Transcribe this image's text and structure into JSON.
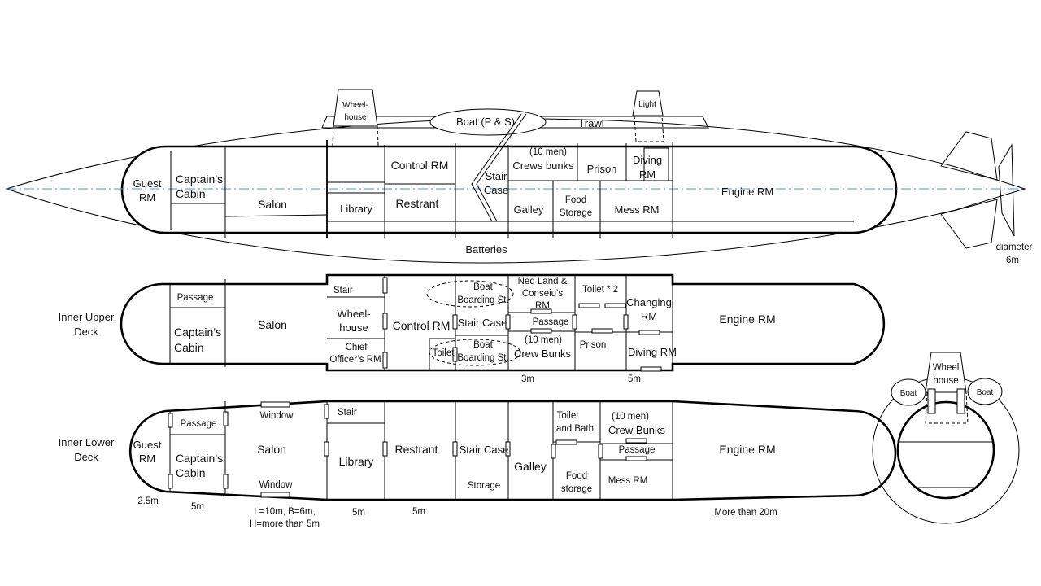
{
  "side_view": {
    "tower_wheelhouse": [
      "Wheel-",
      "house"
    ],
    "tower_light": "Light",
    "boat": "Boat (P & S)",
    "trawl": "Trawl",
    "guest_rm": [
      "Guest",
      "RM"
    ],
    "captains_cabin": [
      "Captain’s",
      "Cabin"
    ],
    "salon": "Salon",
    "library": "Library",
    "control_rm": "Control RM",
    "restrant": "Restrant",
    "stair_case": [
      "Stair",
      "Case"
    ],
    "crew_count": "(10 men)",
    "crews_bunks": "Crews bunks",
    "prison": "Prison",
    "diving_rm": [
      "Diving",
      "RM"
    ],
    "galley": "Galley",
    "food_storage": [
      "Food",
      "Storage"
    ],
    "mess_rm": "Mess RM",
    "engine_rm": "Engine RM",
    "batteries": "Batteries",
    "diameter": [
      "diameter",
      "6m"
    ]
  },
  "upper_deck": {
    "label": [
      "Inner Upper",
      "Deck"
    ],
    "passage": "Passage",
    "captains_cabin": [
      "Captain’s",
      "Cabin"
    ],
    "salon": "Salon",
    "stair": "Stair",
    "wheelhouse": [
      "Wheel-",
      "house"
    ],
    "chief_officer": [
      "Chief",
      "Officer’s RM"
    ],
    "control_rm": "Control  RM",
    "boat_boarding_top": [
      "Boat",
      "Boarding St."
    ],
    "boat_boarding_bottom": [
      "Boat",
      "Boarding St."
    ],
    "stair_case": "Stair Case",
    "toilet": "Toilet",
    "ned_land": [
      "Ned Land &",
      "Conseiu’s",
      "RM"
    ],
    "passage_mid": "Passage",
    "crew_count": "(10 men)",
    "crew_bunks": "Crew Bunks",
    "toilet_x2": "Toilet * 2",
    "prison": "Prison",
    "changing_rm": [
      "Changing",
      "RM"
    ],
    "diving_rm": "Diving RM",
    "engine_rm": "Engine RM",
    "dim_3m": "3m",
    "dim_5m": "5m"
  },
  "lower_deck": {
    "label": [
      "Inner Lower",
      "Deck"
    ],
    "guest_rm": [
      "Guest",
      "RM"
    ],
    "passage": "Passage",
    "captains_cabin": [
      "Captain’s",
      "Cabin"
    ],
    "window_top": "Window",
    "window_bottom": "Window",
    "salon": "Salon",
    "stair": "Stair",
    "library": "Library",
    "restrant": "Restrant",
    "stair_case": "Stair Case",
    "storage": "Storage",
    "galley": "Galley",
    "toilet_bath": [
      "Toilet",
      "and Bath"
    ],
    "food_storage": [
      "Food",
      "storage"
    ],
    "crew_count": "(10 men)",
    "crew_bunks": "Crew Bunks",
    "passage_right": "Passage",
    "mess_rm": "Mess RM",
    "engine_rm": "Engine RM",
    "dim_25m": "2.5m",
    "dim_5m_a": "5m",
    "dim_lbh": [
      "L=10m,  B=6m,",
      "H=more than 5m"
    ],
    "dim_5m_b": "5m",
    "dim_5m_c": "5m",
    "dim_more20": "More than 20m"
  },
  "cross_section": {
    "boat_left": "Boat",
    "boat_right": "Boat",
    "wheelhouse": [
      "Wheel",
      "house"
    ]
  }
}
